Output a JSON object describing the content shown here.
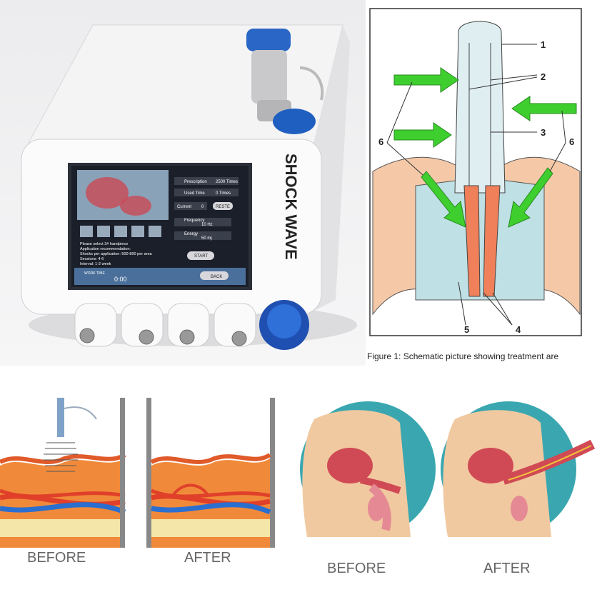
{
  "device": {
    "brand_text": "SHOCK WAVE",
    "screen": {
      "prescription_label": "Prescription",
      "prescription_value": "2500 Times",
      "used_time_label": "Used Time",
      "used_time_value": "0 Times",
      "current_label": "Current",
      "current_value": "0",
      "reset_label": "RESTE",
      "frequency_label": "Frequency",
      "frequency_value": "10 Hz",
      "energy_label": "Energy",
      "energy_value": "50 mj",
      "handpiece_prompt": "Please select 2# handpiece",
      "recommendation_title": "Application recommendation:",
      "shocks_line": "Shocks per application:   500-800 per area",
      "sessions_line": "Sessions:   4-6",
      "interval_line": "Interval:   1-2 week",
      "start_label": "START",
      "work_time_label": "WORK TIME",
      "work_time_value": "0:00",
      "back_label": "BACK"
    }
  },
  "schematic": {
    "labels": [
      "1",
      "2",
      "3",
      "4",
      "5",
      "6",
      "6"
    ],
    "caption": "Figure 1: Schematic picture showing treatment are"
  },
  "illustration": {
    "before_label_1": "BEFORE",
    "after_label_1": "AFTER",
    "before_label_2": "BEFORE",
    "after_label_2": "AFTER"
  },
  "colors": {
    "arrow_green": "#3ecf2f",
    "device_blue": "#1f5fbf",
    "screen_dark": "#1b1f2a",
    "vessel_red": "#e0402a",
    "vessel_blue": "#2a6fd0",
    "circle_teal": "#3aa7b0",
    "tissue_orange": "#f08a3a"
  }
}
